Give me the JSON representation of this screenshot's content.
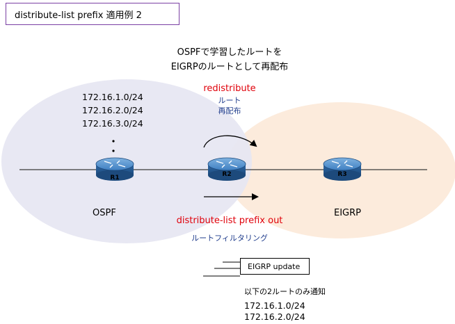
{
  "title": "distribute-list prefix 適用例 2",
  "caption": {
    "line1": "OSPFで学習したルートを",
    "line2": "EIGRPのルートとして再配布"
  },
  "redistribute": {
    "command": "redistribute",
    "sub1": "ルート",
    "sub2": "再配布"
  },
  "ospf_prefixes": [
    "172.16.1.0/24",
    "172.16.2.0/24",
    "172.16.3.0/24"
  ],
  "routers": {
    "r1": "R1",
    "r2": "R2",
    "r3": "R3"
  },
  "domains": {
    "ospf": "OSPF",
    "eigrp": "EIGRP"
  },
  "distribute": {
    "command": "distribute-list prefix out",
    "sub": "ルートフィルタリング"
  },
  "update": {
    "label": "EIGRP update",
    "note": "以下の2ルートのみ通知",
    "routes": [
      "172.16.1.0/24",
      "172.16.2.0/24"
    ]
  },
  "colors": {
    "ospf_area": "#e6e6f2",
    "eigrp_area": "#fcebdc",
    "command": "#e0000a",
    "note": "#1f3c8c",
    "title_border": "#7a3fa3",
    "router": "#2f6aa8"
  }
}
